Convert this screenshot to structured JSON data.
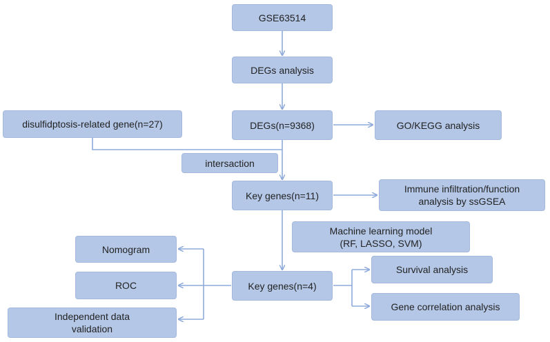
{
  "colors": {
    "box_fill": "#b4c7e7",
    "box_border": "#a3b8dc",
    "connector": "#8eaadb",
    "text": "#222222"
  },
  "nodes": {
    "gse": "GSE63514",
    "degs_analysis": "DEGs analysis",
    "degs": "DEGs(n=9368)",
    "disulfidptosis_genes": "disulfidptosis-related gene(n=27)",
    "go_kegg": "GO/KEGG analysis",
    "intersaction": "intersaction",
    "key_genes_11": "Key genes(n=11)",
    "immune": "Immune infiltration/function\nanalysis by ssGSEA",
    "ml_model": "Machine learning model\n(RF, LASSO, SVM)",
    "key_genes_4": "Key genes(n=4)",
    "nomogram": "Nomogram",
    "roc": "ROC",
    "independent": "Independent data\nvalidation",
    "survival": "Survival analysis",
    "gene_corr": "Gene correlation analysis"
  }
}
